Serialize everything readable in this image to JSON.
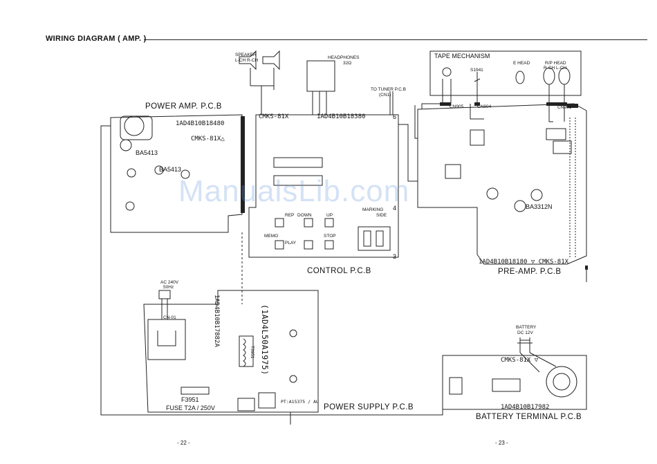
{
  "header": {
    "title": "WIRING DIAGRAM ( AMP. )"
  },
  "boards": {
    "power_amp": "POWER AMP. P.C.B",
    "control": "CONTROL P.C.B",
    "pre_amp": "PRE-AMP. P.C.B",
    "power_supply": "POWER SUPPLY P.C.B",
    "battery_terminal": "BATTERY TERMINAL P.C.B",
    "tape_mechanism": "TAPE MECHANISM"
  },
  "part_numbers": {
    "power_amp": "1AD4B10B18480",
    "control": "1AD4B10B18380",
    "pre_amp": "1AD4B10B18180 ▽ CMKS-81X",
    "power_supply_code": "1AD4B10B17882A",
    "transformer": "(1AD4L50A1975)",
    "battery": "1AD4B10B17982",
    "cmks_power": "CMKS-81X△",
    "cmks_control": "CMKS-81X",
    "cmks_battery": "CMKS-81X ▽",
    "pt": "PT:A15375 / AU"
  },
  "labels": {
    "speaker": "SPEAKER",
    "speaker_channels": "L-CH    R-CH",
    "headphones": "HEADPHONES",
    "headphones_imp": "32Ω",
    "tuner": "TO TUNER P.C.B",
    "tuner_cn": "(CN1)",
    "ac": "AC 240V",
    "ac_freq": "50Hz",
    "fuse": "FUSE  T2A  / 250V",
    "fuse_ref": "F3951",
    "battery": "BATTERY",
    "battery_v": "DC  12V",
    "e_head": "E HEAD",
    "rp_head": "R/P HEAD",
    "rp_channels": "R-CH   L-CH",
    "s1941": "S1941",
    "cn905": "CN905",
    "cn904": "CN904",
    "cn901": "CN901",
    "ba5413a": "BA5413",
    "ba5413b": "BA5413",
    "ba3312n": "BA3312N",
    "marking": "MARKING",
    "side": "SIDE",
    "rep": "REP",
    "down": "DOWN",
    "up": "UP",
    "memo": "MEMO",
    "play": "PLAY",
    "stop": "STOP",
    "num6": "6",
    "num3": "3",
    "num4": "4",
    "cn01": "CN-01",
    "t3951": "T3951"
  },
  "footer": {
    "page_left": "- 22 -",
    "page_right": "- 23 -"
  },
  "watermark": "ManualsLib.com"
}
